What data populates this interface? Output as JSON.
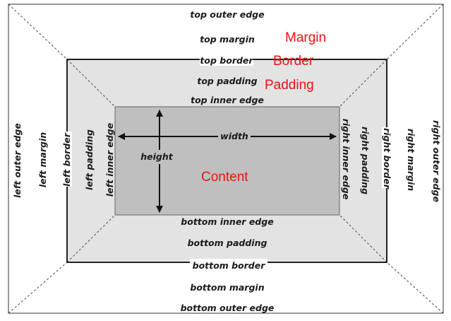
{
  "colors": {
    "margin_fill": "#ffffff",
    "border_padding_fill": "#e3e3e3",
    "content_fill": "#bfbfbf",
    "line": "#333333",
    "text": "#1a1a1a",
    "accent": "#ee1111"
  },
  "labels": {
    "top_outer_edge": "top outer edge",
    "top_margin": "top margin",
    "top_border": "top border",
    "top_padding": "top padding",
    "top_inner_edge": "top inner edge",
    "bottom_inner_edge": "bottom inner edge",
    "bottom_padding": "bottom padding",
    "bottom_border": "bottom border",
    "bottom_margin": "bottom margin",
    "bottom_outer_edge": "bottom outer edge",
    "left_outer_edge": "left outer edge",
    "left_margin": "left margin",
    "left_border": "left border",
    "left_padding": "left padding",
    "left_inner_edge": "left inner edge",
    "right_inner_edge": "right inner edge",
    "right_padding": "right padding",
    "right_border": "right border",
    "right_margin": "right margin",
    "right_outer_edge": "right outer edge",
    "width": "width",
    "height": "height"
  },
  "callouts": {
    "margin": "Margin",
    "border": "Border",
    "padding": "Padding",
    "content": "Content"
  }
}
